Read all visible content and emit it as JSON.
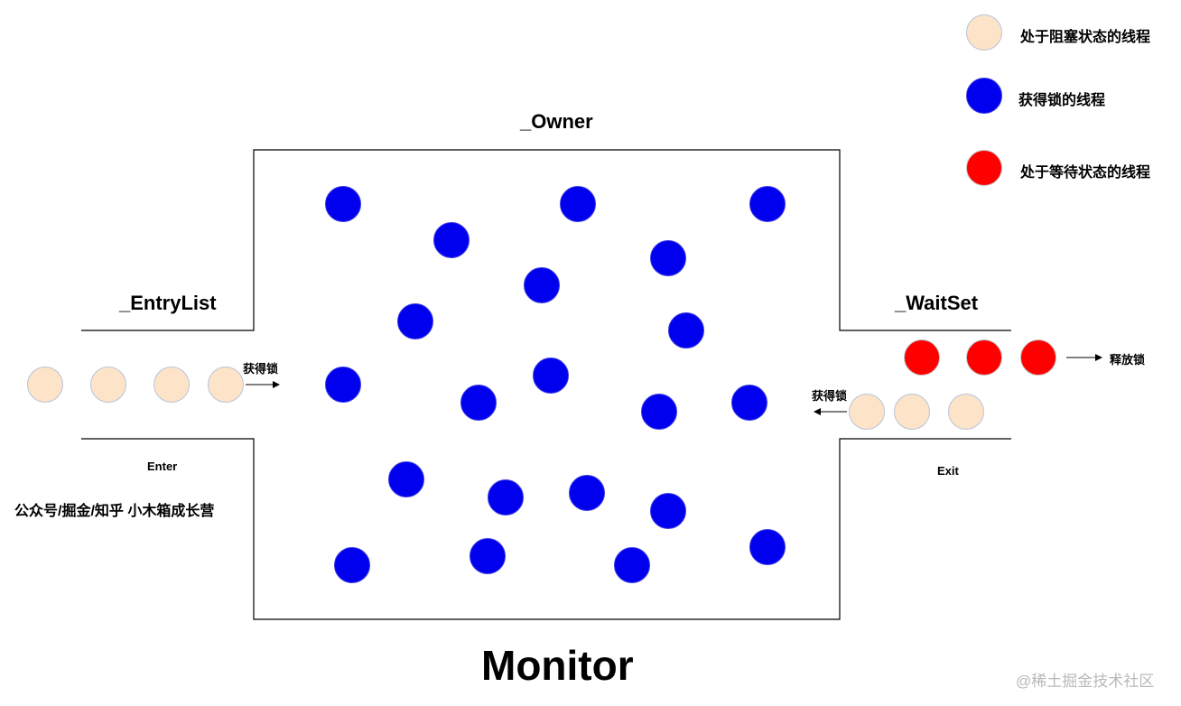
{
  "legend": [
    {
      "label": "处于阻塞状态的线程",
      "fill": "#fde4c8",
      "stroke": "#b7c3d8"
    },
    {
      "label": "获得锁的线程",
      "fill": "#0000ee",
      "stroke": "#3a3ae6"
    },
    {
      "label": "处于等待状态的线程",
      "fill": "#ff0000",
      "stroke": "#c0c0c0"
    }
  ],
  "labels": {
    "owner": "_Owner",
    "entry_list": "_EntryList",
    "wait_set": "_WaitSet",
    "enter": "Enter",
    "exit": "Exit",
    "acquire_left": "获得锁",
    "acquire_right": "获得锁",
    "release": "释放锁",
    "monitor": "Monitor",
    "source": "公众号/掘金/知乎 小木箱成长营",
    "watermark": "@稀土掘金技术社区"
  },
  "colors": {
    "line": "#000000",
    "blocked_fill": "#fde4c8",
    "blocked_stroke": "#b7c3d8",
    "owner_fill": "#0000ee",
    "owner_stroke": "#3a3ae6",
    "waiting_fill": "#ff0000",
    "waiting_stroke": "#c0c0c0"
  }
}
